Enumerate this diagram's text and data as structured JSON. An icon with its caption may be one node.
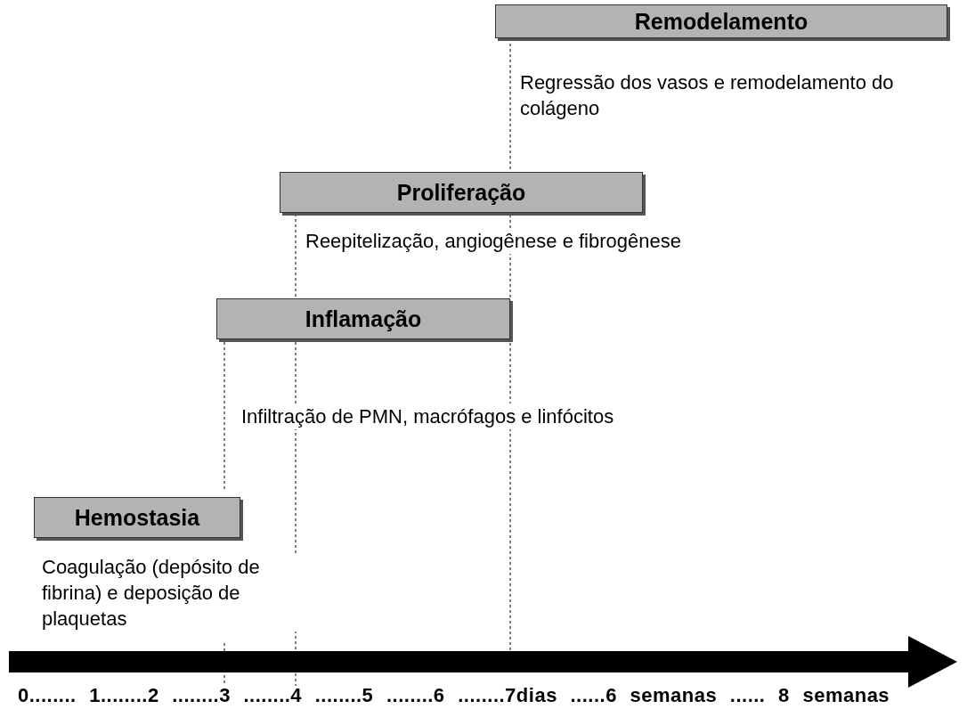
{
  "diagram": {
    "nodes": [
      {
        "text": [
          "Remodelamento"
        ],
        "beside": [
          "Regressão dos vasos e remodelamento do colágeno"
        ]
      },
      {
        "text": [
          "Proliferação"
        ],
        "beside": [
          "Reepitelização, angiogênese e fibrogênese"
        ]
      },
      {
        "text": [
          "Inflamação"
        ],
        "beside": [
          "Infiltração de PMN, macrófagos e linfócitos"
        ]
      },
      {
        "text": [
          "Hemostasia"
        ],
        "beside": [
          "Coagulação (depósito de fibrina) e deposição de plaquetas"
        ]
      }
    ],
    "labels": [
      "0........ 1........2 ........3 ........4 ........5 ........6 ........7dias ......6 semanas ...... 8 semanas"
    ]
  }
}
